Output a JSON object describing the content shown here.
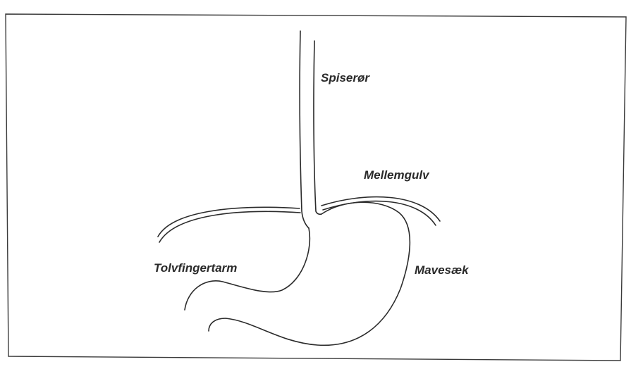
{
  "labels": {
    "esophagus": "Spiserør",
    "diaphragm": "Mellemgulv",
    "duodenum": "Tolvfingertarm",
    "stomach": "Mavesæk"
  }
}
